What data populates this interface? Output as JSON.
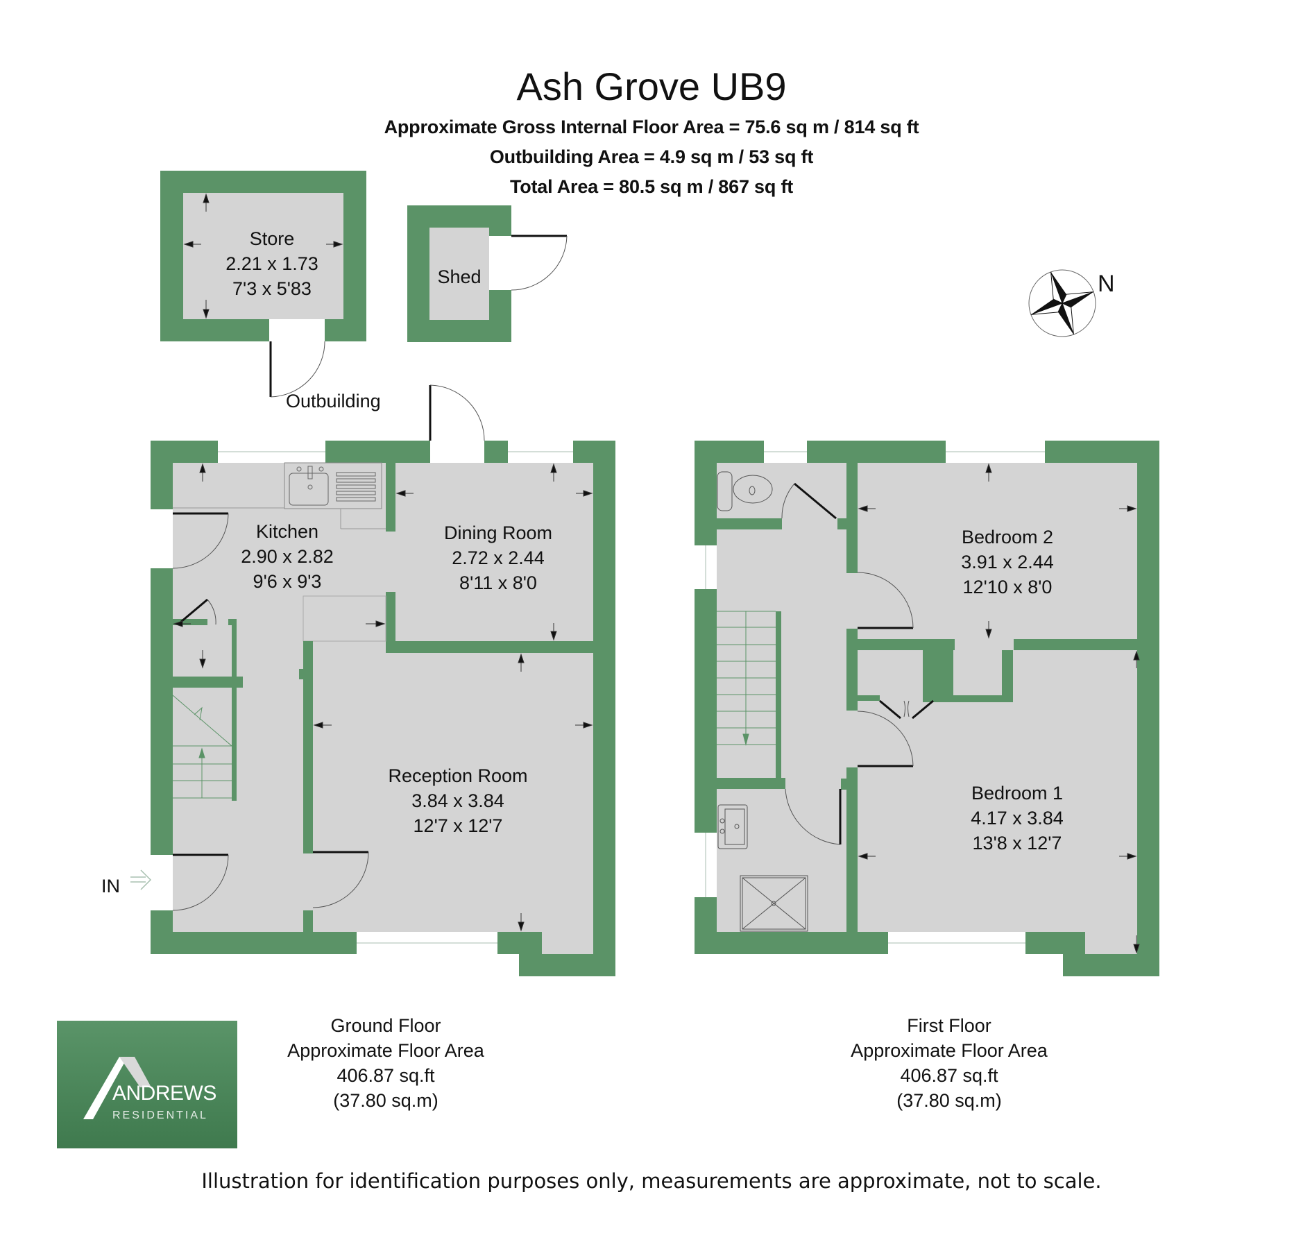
{
  "header": {
    "title": "Ash Grove UB9",
    "gross_internal_area": "Approximate Gross Internal Floor Area = 75.6 sq m / 814 sq ft",
    "outbuilding_area": "Outbuilding Area = 4.9 sq m / 53 sq ft",
    "total_area": "Total Area = 80.5 sq m / 867 sq ft"
  },
  "colors": {
    "wall": "#5b9367",
    "floor": "#d4d4d4",
    "window": "#ffffff",
    "line": "#111111",
    "stair_line": "#5b9367"
  },
  "outbuildings": {
    "label": "Outbuilding",
    "store": {
      "name": "Store",
      "metric": "2.21 x 1.73",
      "imperial": "7'3 x 5'83"
    },
    "shed": {
      "name": "Shed"
    }
  },
  "ground_floor": {
    "entrance_label": "IN",
    "rooms": [
      {
        "name": "Kitchen",
        "metric": "2.90 x 2.82",
        "imperial": "9'6 x 9'3"
      },
      {
        "name": "Dining Room",
        "metric": "2.72 x 2.44",
        "imperial": "8'11 x 8'0"
      },
      {
        "name": "Reception Room",
        "metric": "3.84 x 3.84",
        "imperial": "12'7 x 12'7"
      }
    ],
    "caption": {
      "floor": "Ground Floor",
      "label": "Approximate Floor Area",
      "sqft": "406.87 sq.ft",
      "sqm": "(37.80 sq.m)"
    }
  },
  "first_floor": {
    "rooms": [
      {
        "name": "Bedroom 2",
        "metric": "3.91 x 2.44",
        "imperial": "12'10 x 8'0"
      },
      {
        "name": "Bedroom 1",
        "metric": "4.17 x 3.84",
        "imperial": "13'8 x 12'7"
      }
    ],
    "caption": {
      "floor": "First Floor",
      "label": "Approximate Floor Area",
      "sqft": "406.87 sq.ft",
      "sqm": "(37.80 sq.m)"
    }
  },
  "compass": {
    "label": "N",
    "icon": "compass-rose-icon"
  },
  "logo": {
    "brand": "ANDREWS",
    "sub": "RESIDENTIAL"
  },
  "footer": {
    "disclaimer": "Illustration for identification purposes only, measurements are approximate, not to scale."
  }
}
